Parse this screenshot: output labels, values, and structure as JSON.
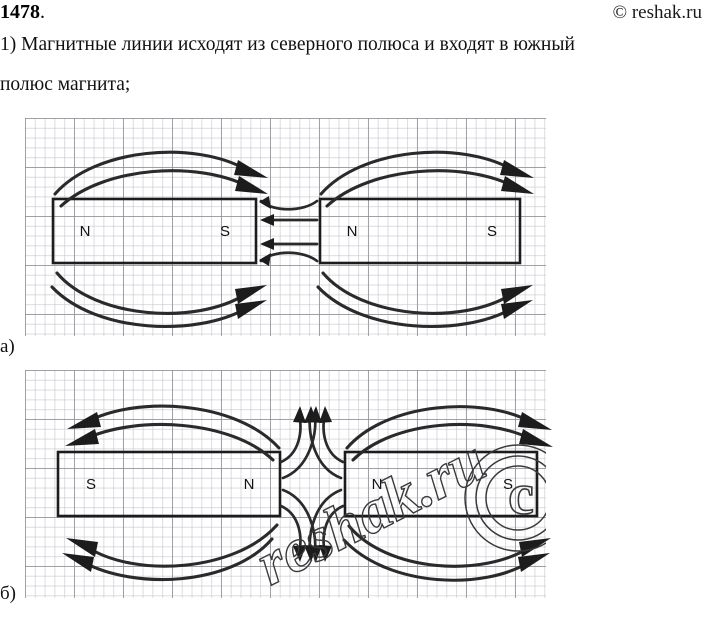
{
  "header": {
    "problem_number": "1478",
    "period": ".",
    "watermark": "© reshak.ru"
  },
  "statement": {
    "line1": "1) Магнитные линии исходят из северного полюса и входят в южный",
    "line2": "полюс магнита;"
  },
  "figures": [
    {
      "label": "а)",
      "caption_key": "attraction",
      "magnets": [
        {
          "left_pole": "N",
          "right_pole": "S"
        },
        {
          "left_pole": "N",
          "right_pole": "S"
        }
      ],
      "gap_arrow_count": 4,
      "gap_arrow_direction": "left"
    },
    {
      "label": "б)",
      "caption_key": "repulsion",
      "magnets": [
        {
          "left_pole": "S",
          "right_pole": "N"
        },
        {
          "left_pole": "N",
          "right_pole": "S"
        }
      ],
      "gap_arrow_count": 8,
      "gap_arrow_direction": "up-and-down"
    }
  ],
  "overlay_watermark": {
    "text": "reshak.ru",
    "symbol": "c"
  },
  "colors": {
    "ink": "#1c1c1c",
    "field_line": "#2a2a2a",
    "grid_major": "#8c8c96",
    "grid_minor": "#bebec8",
    "background": "#ffffff"
  }
}
